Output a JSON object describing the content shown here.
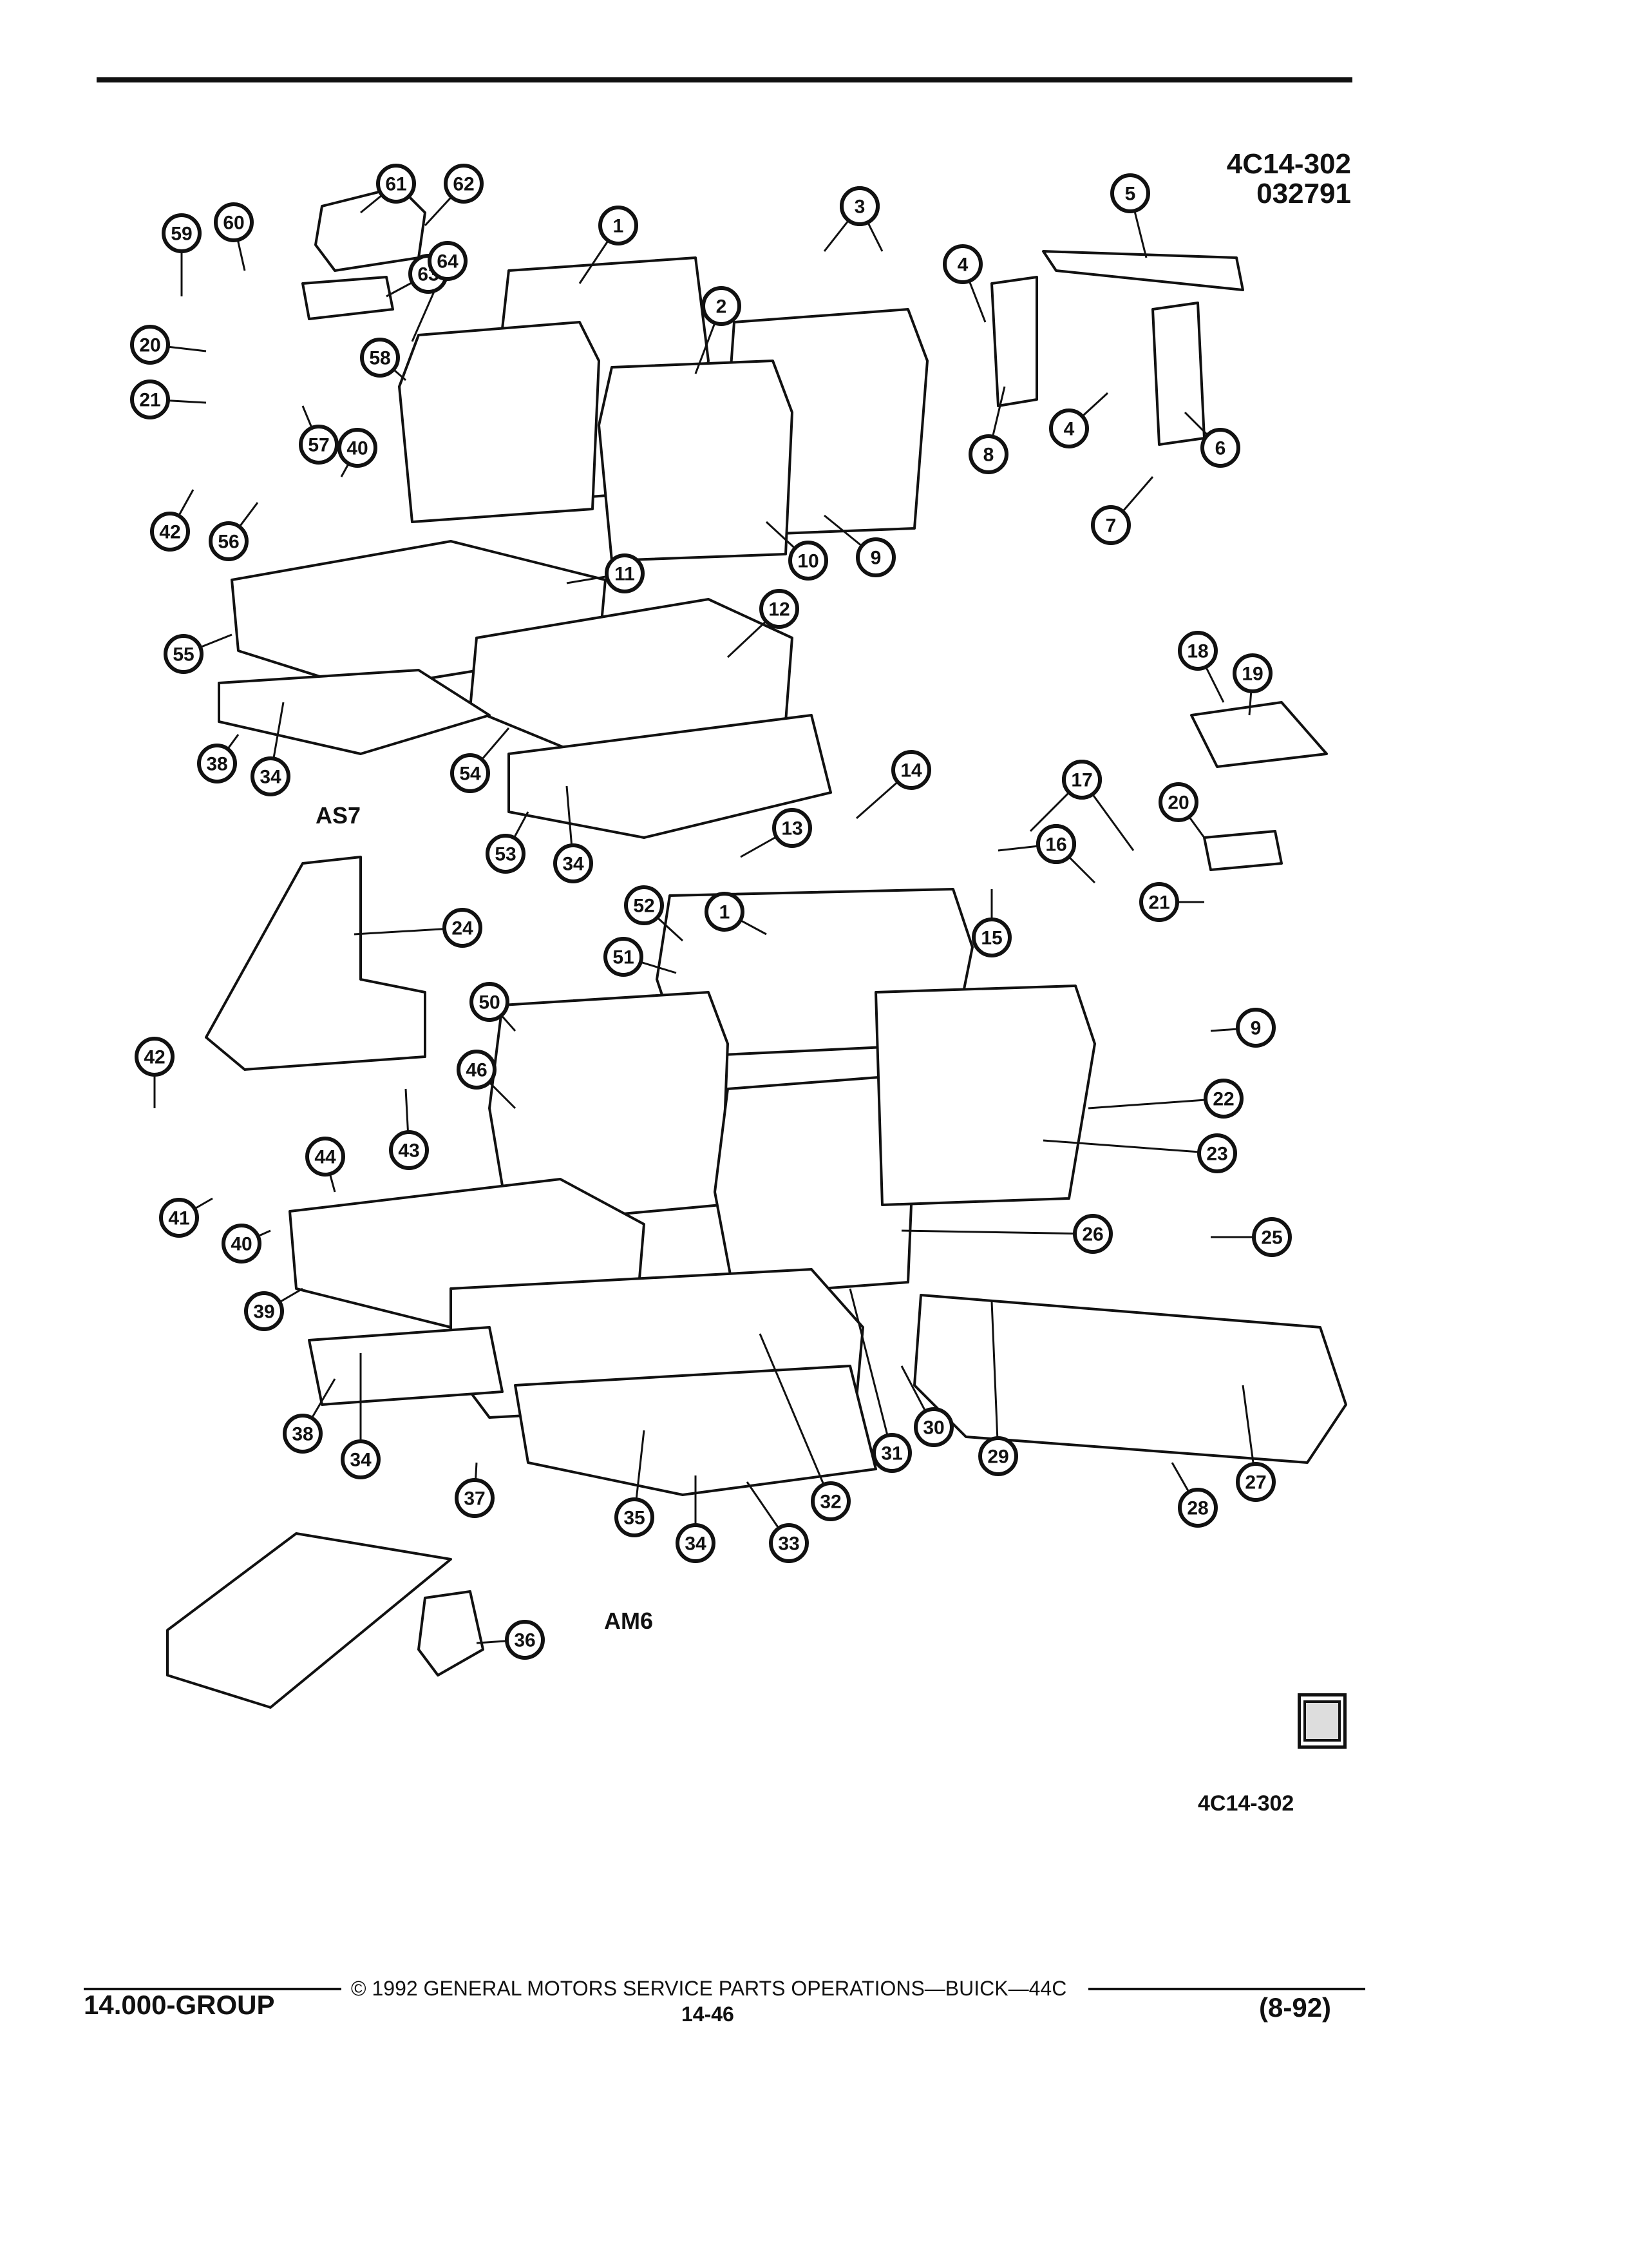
{
  "header": {
    "code": "4C14-302",
    "number": "032791"
  },
  "sections": {
    "upper_label": "AS7",
    "lower_label": "AM6"
  },
  "callouts": [
    "1",
    "2",
    "3",
    "4",
    "5",
    "6",
    "7",
    "8",
    "9",
    "10",
    "11",
    "12",
    "13",
    "14",
    "15",
    "16",
    "17",
    "18",
    "19",
    "20",
    "21",
    "22",
    "23",
    "24",
    "25",
    "26",
    "27",
    "28",
    "29",
    "30",
    "31",
    "32",
    "33",
    "34",
    "35",
    "36",
    "37",
    "38",
    "39",
    "40",
    "41",
    "42",
    "43",
    "44",
    "46",
    "50",
    "51",
    "52",
    "53",
    "54",
    "55",
    "56",
    "57",
    "58",
    "59",
    "60",
    "61",
    "62",
    "63",
    "64"
  ],
  "reference_code": "4C14-302",
  "footer": {
    "group": "14.000-GROUP",
    "copyright": "© 1992  GENERAL MOTORS SERVICE PARTS OPERATIONS—BUICK—44C",
    "page": "14-46",
    "date": "(8-92)"
  }
}
